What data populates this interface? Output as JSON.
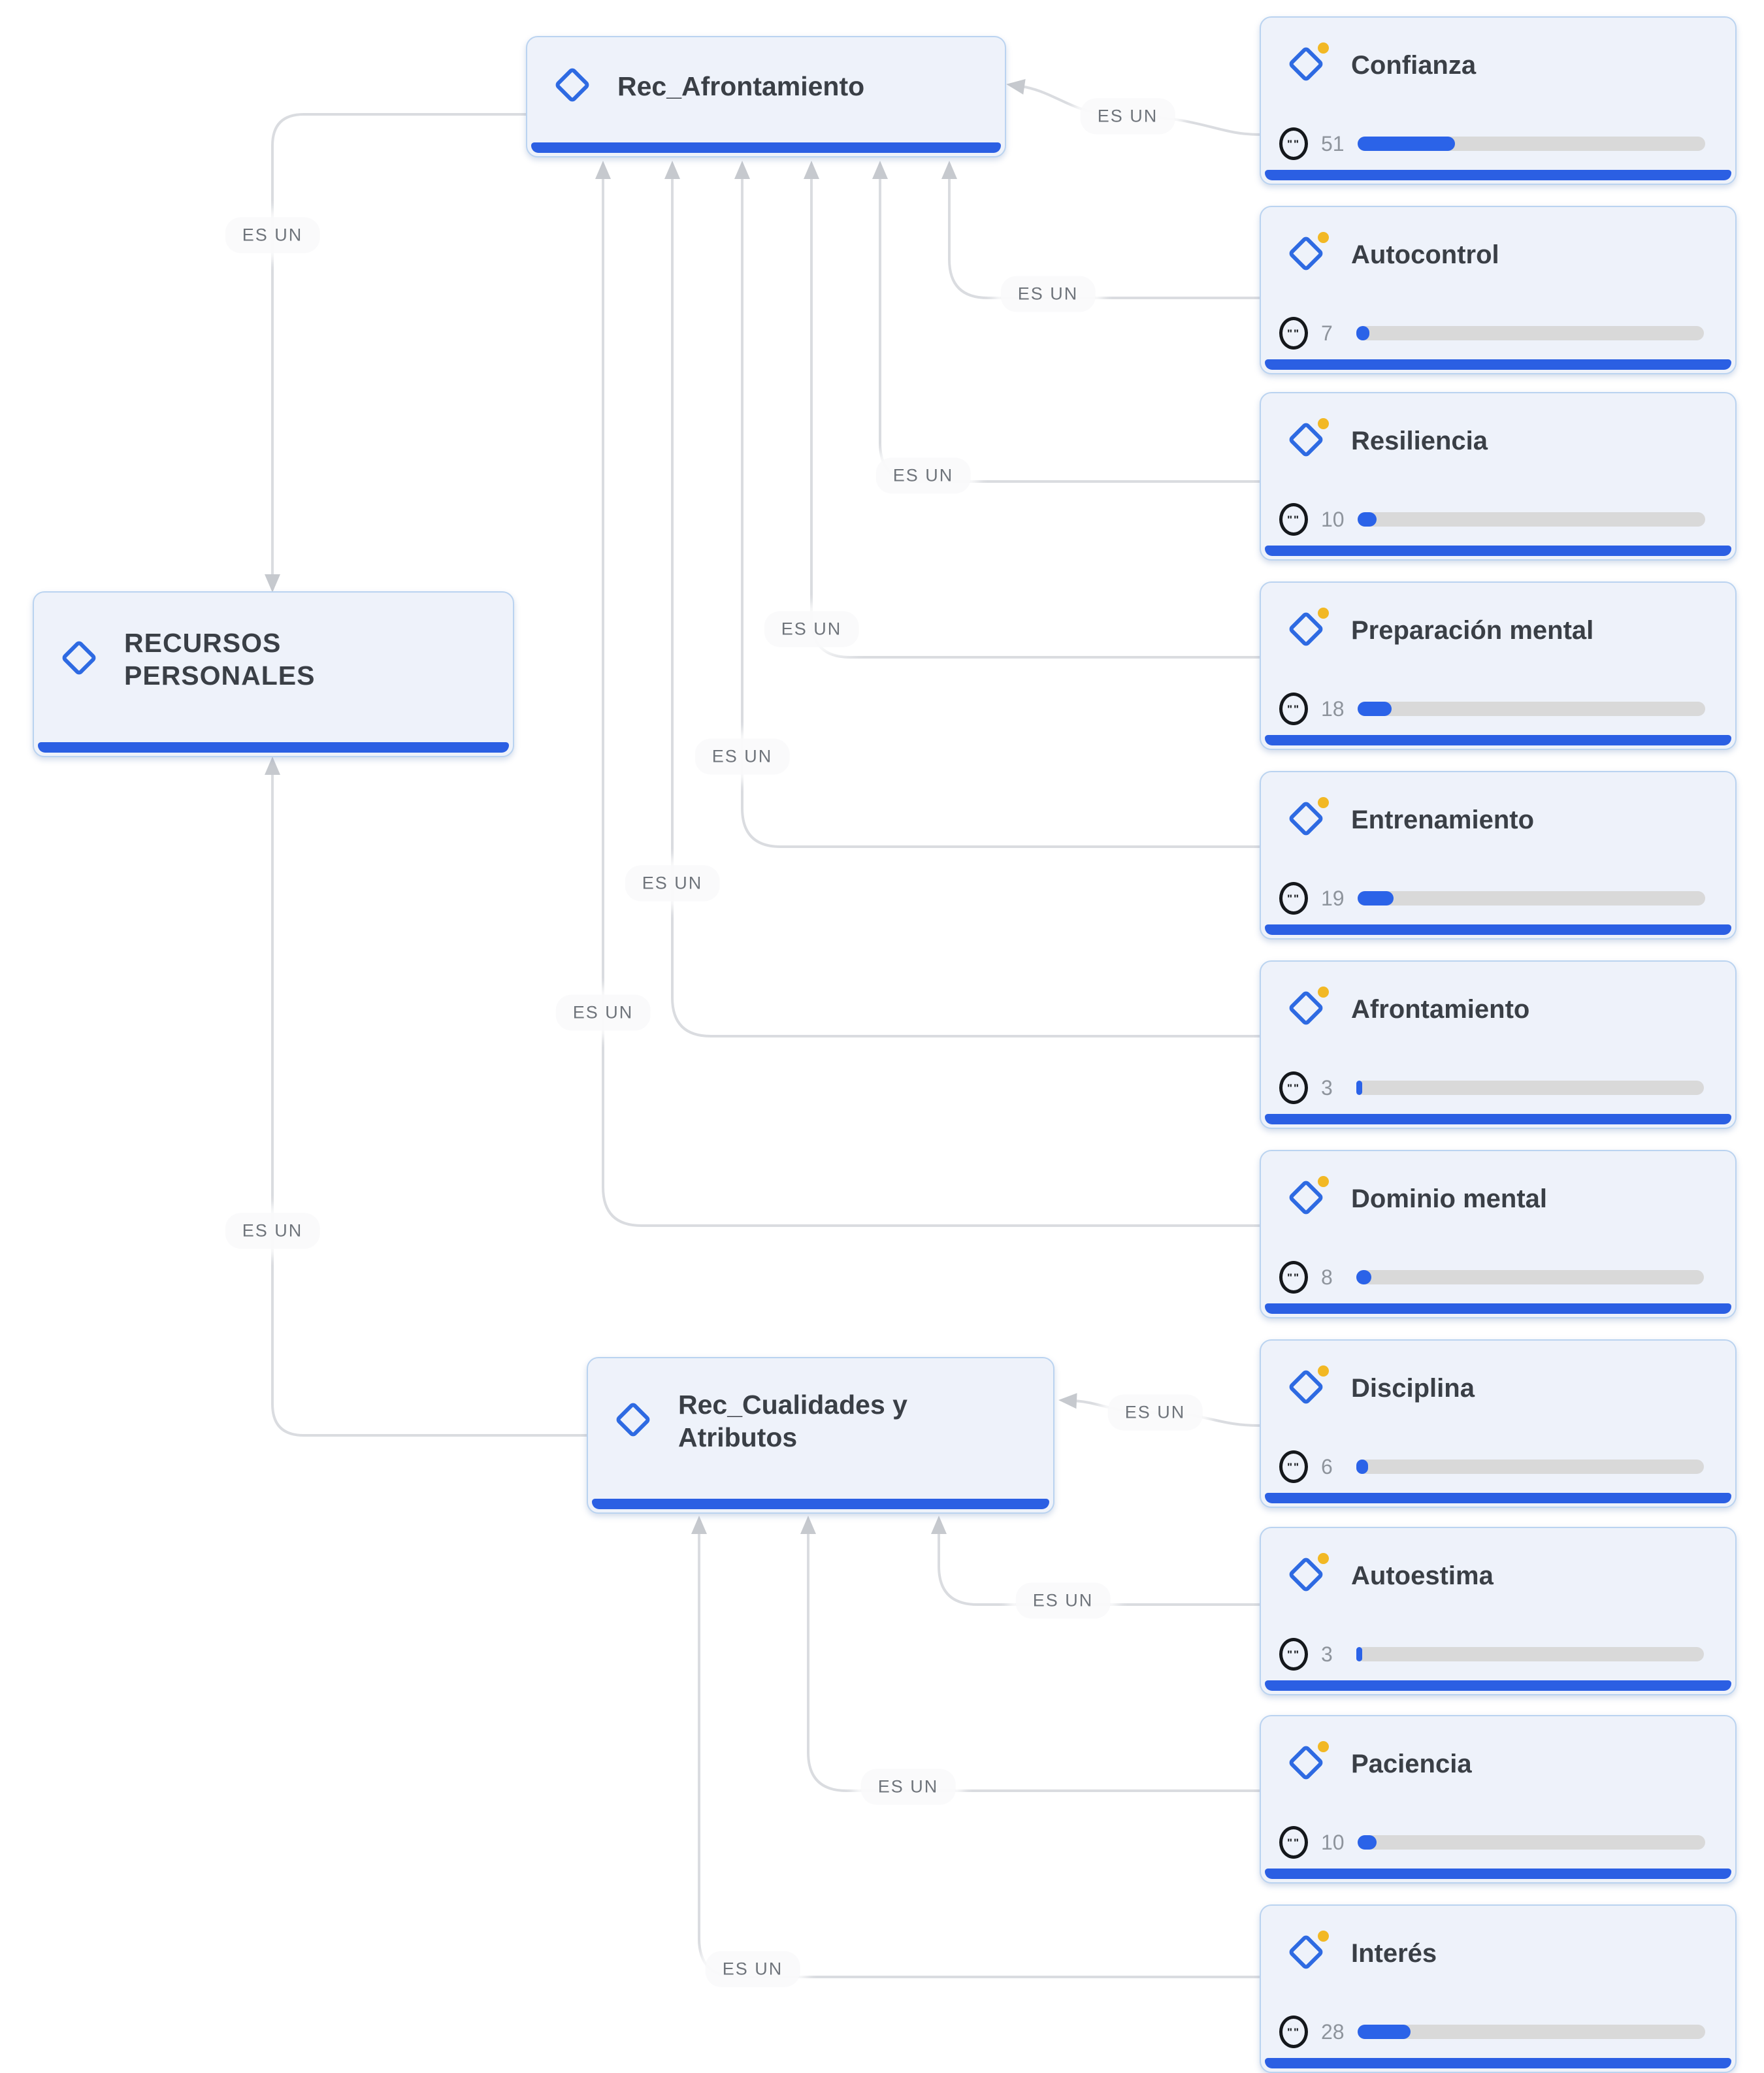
{
  "relation": "ES UN",
  "colors": {
    "accent_blue": "#2b5fe3",
    "bar_fill_blue": "#2b63e8",
    "diamond_blue": "#2e6ae2",
    "dot_yellow": "#f2b824",
    "node_fill": "#eef2fa",
    "node_border": "#bad3f0",
    "edge_gray": "#dadce0",
    "bar_track_gray": "#d9d9d9"
  },
  "hubs": {
    "rec_afrontamiento": {
      "title": "Rec_Afrontamiento"
    },
    "recursos_personales": {
      "title": "RECURSOS PERSONALES"
    },
    "rec_cualidades": {
      "title": "Rec_Cualidades y Atributos"
    }
  },
  "leaves": [
    {
      "label": "Confianza",
      "count": 51
    },
    {
      "label": "Autocontrol",
      "count": 7
    },
    {
      "label": "Resiliencia",
      "count": 10
    },
    {
      "label": "Preparación mental",
      "count": 18
    },
    {
      "label": "Entrenamiento",
      "count": 19
    },
    {
      "label": "Afrontamiento",
      "count": 3
    },
    {
      "label": "Dominio mental",
      "count": 8
    },
    {
      "label": "Disciplina",
      "count": 6
    },
    {
      "label": "Autoestima",
      "count": 3
    },
    {
      "label": "Paciencia",
      "count": 10
    },
    {
      "label": "Interés",
      "count": 28
    }
  ],
  "edges": [
    {
      "label": "ES UN"
    },
    {
      "label": "ES UN"
    },
    {
      "label": "ES UN"
    },
    {
      "label": "ES UN"
    },
    {
      "label": "ES UN"
    },
    {
      "label": "ES UN"
    },
    {
      "label": "ES UN"
    },
    {
      "label": "ES UN"
    },
    {
      "label": "ES UN"
    },
    {
      "label": "ES UN"
    },
    {
      "label": "ES UN"
    },
    {
      "label": "ES UN"
    },
    {
      "label": "ES UN"
    }
  ],
  "progress_scale": {
    "max_count": 51
  }
}
